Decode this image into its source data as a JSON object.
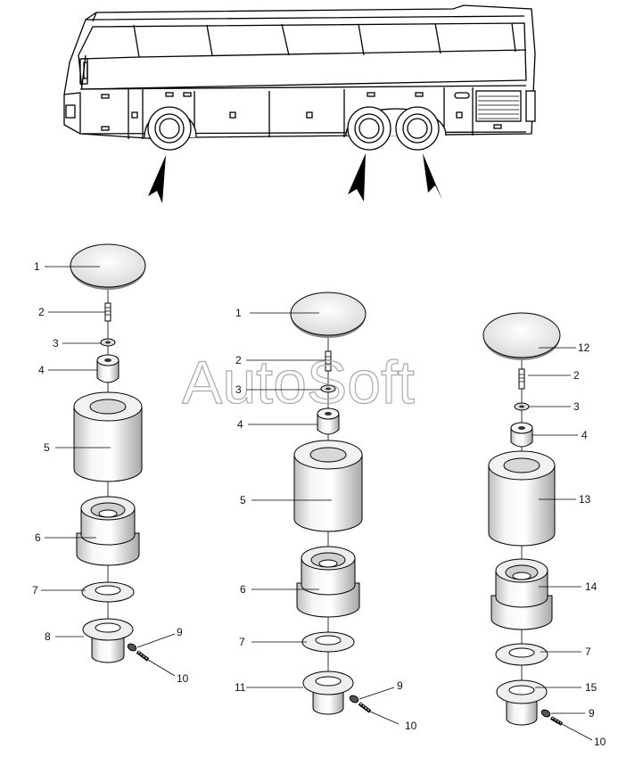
{
  "watermark": "AutoSoft",
  "callouts": {
    "left": [
      "1",
      "2",
      "3",
      "4",
      "5",
      "6",
      "7",
      "8",
      "9",
      "10"
    ],
    "center": [
      "1",
      "2",
      "3",
      "4",
      "5",
      "6",
      "7",
      "11",
      "9",
      "10"
    ],
    "right": [
      "12",
      "2",
      "3",
      "4",
      "13",
      "14",
      "7",
      "15",
      "9",
      "10"
    ]
  }
}
